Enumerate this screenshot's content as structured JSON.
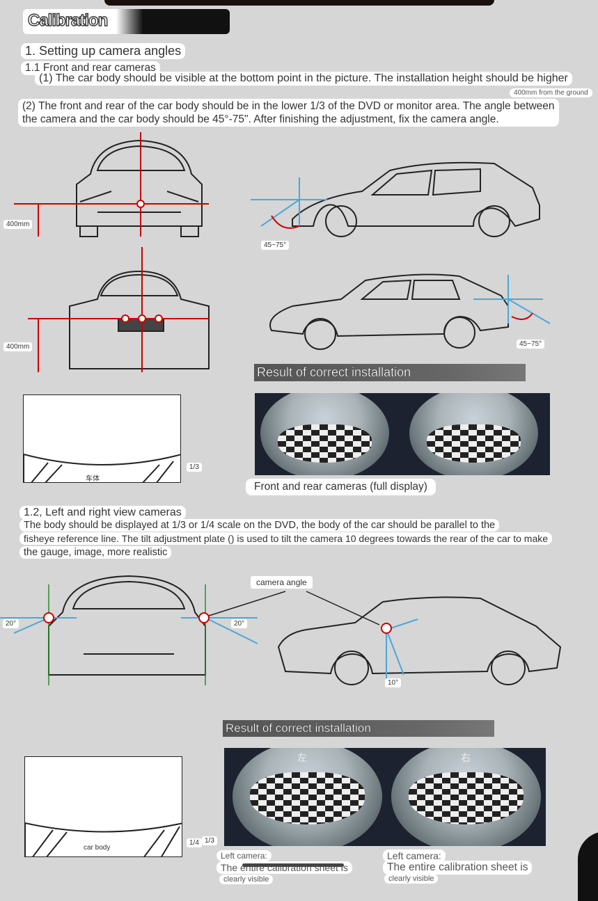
{
  "title": "Calibration",
  "section1": {
    "heading": "1. Setting up camera angles",
    "sub": "1.1 Front and rear cameras",
    "p1": "(1) The car body should be visible at the bottom point in the picture. The installation height should be higher",
    "p1_note": "400mm from the ground",
    "p2a": "(2) The front and rear of the car body should be in the lower 1/3 of the DVD or monitor area. The angle between",
    "p2b": "the camera and the car body should be 45°-75\". After finishing the adjustment, fix the camera angle."
  },
  "diagram1": {
    "height_front": "400mm",
    "height_rear": "400mm",
    "angle_front": "45~75°",
    "angle_rear": "45~75°",
    "ratio": "1/3",
    "body_label": "车体"
  },
  "result1": {
    "title": "Result of correct installation",
    "caption": "Front and rear cameras (full display)"
  },
  "section2": {
    "heading": "1.2, Left and right view cameras",
    "p1": "The body should be displayed at 1/3 or 1/4 scale on the DVD, the body of the car should be parallel to the",
    "p2": "fisheye reference line. The tilt adjustment plate () is used to tilt the camera 10 degrees towards the rear of the car to make",
    "p3": "the gauge, image, more realistic"
  },
  "diagram2": {
    "angle_left": "20°",
    "angle_right": "20°",
    "camera_angle": "camera angle",
    "tilt": "10°",
    "ratio_a": "1/3",
    "ratio_b": "1/4",
    "body_label": "car body"
  },
  "result2": {
    "title": "Result of correct installation",
    "left_marker": "左",
    "right_marker": "右",
    "left_cap1": "Left camera:",
    "left_cap2": "The entire calibration sheet is",
    "left_cap3": "clearly visible",
    "right_cap1": "Left camera:",
    "right_cap2": "The entire calibration sheet is",
    "right_cap3": "clearly visible"
  }
}
